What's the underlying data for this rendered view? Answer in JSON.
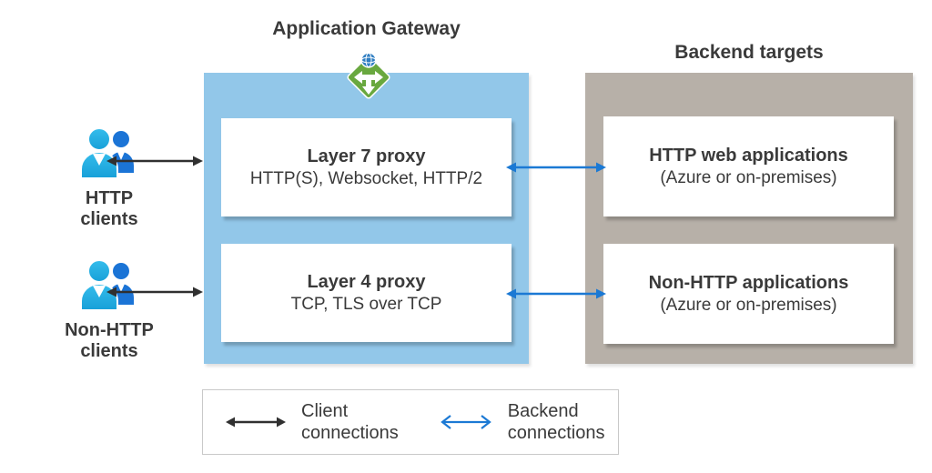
{
  "gateway": {
    "title": "Application Gateway",
    "icon": "application-gateway-icon",
    "boxes": [
      {
        "title": "Layer 7 proxy",
        "subtitle": "HTTP(S), Websocket, HTTP/2"
      },
      {
        "title": "Layer 4 proxy",
        "subtitle": "TCP, TLS over TCP"
      }
    ]
  },
  "backend": {
    "title": "Backend targets",
    "boxes": [
      {
        "title": "HTTP web applications",
        "subtitle": "(Azure or on-premises)"
      },
      {
        "title": "Non-HTTP applications",
        "subtitle": "(Azure or on-premises)"
      }
    ]
  },
  "clients": [
    {
      "icon": "clients-icon",
      "label": "HTTP\nclients"
    },
    {
      "icon": "clients-icon",
      "label": "Non-HTTP\nclients"
    }
  ],
  "legend": {
    "items": [
      {
        "icon": "client-connection-arrow-icon",
        "label": "Client\nconnections",
        "color": "#303030"
      },
      {
        "icon": "backend-connection-arrow-icon",
        "label": "Backend\nconnections",
        "color": "#1b79d4"
      }
    ]
  },
  "colors": {
    "gateway_fill": "#92c7e9",
    "backend_fill": "#b7b0a8",
    "card_fill": "#ffffff",
    "client_arrow": "#303030",
    "backend_arrow": "#1b79d4",
    "icon_green": "#69a83f",
    "icon_globe_blue": "#2e7dc1",
    "person_front_blue": "#29b1e6",
    "person_back_blue": "#1b74d6",
    "text": "#3a3a3a"
  }
}
